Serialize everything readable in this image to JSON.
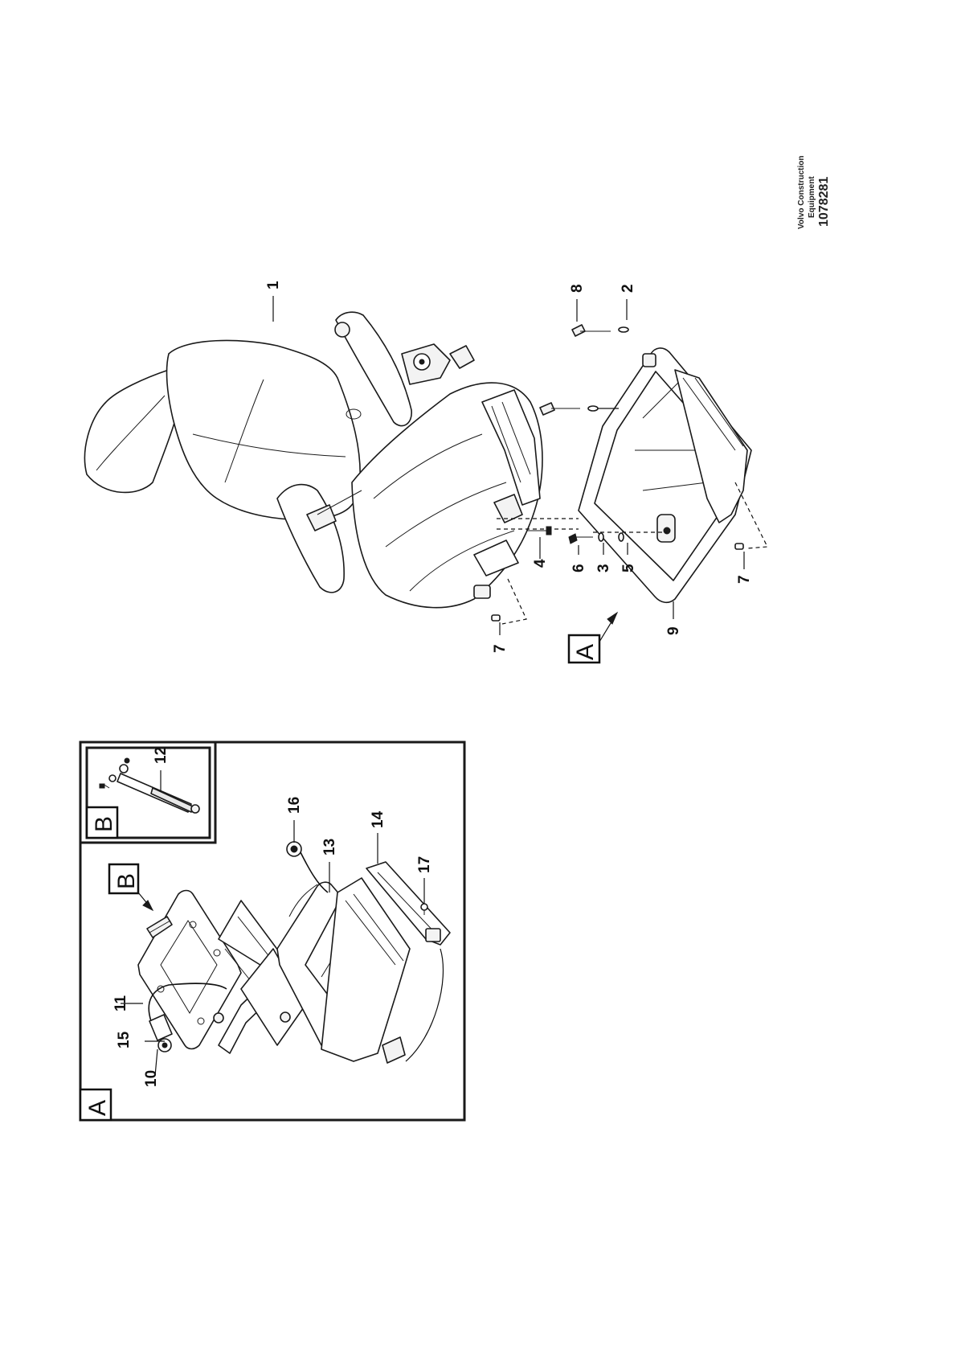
{
  "brand": {
    "line1": "Volvo Construction",
    "line2": "Equipment",
    "drawing_number": "1078281"
  },
  "view_labels": {
    "main_callout": "A",
    "detail_a_box": "A",
    "detail_b_box": "B",
    "detail_a_callout_b": "B"
  },
  "callouts": {
    "n1": "1",
    "n2": "2",
    "n3": "3",
    "n4": "4",
    "n5": "5",
    "n6": "6",
    "n7a": "7",
    "n7b": "7",
    "n8": "8",
    "n9": "9",
    "n10": "10",
    "n11": "11",
    "n12": "12",
    "n13": "13",
    "n14": "14",
    "n15": "15",
    "n16": "16",
    "n17": "17"
  }
}
